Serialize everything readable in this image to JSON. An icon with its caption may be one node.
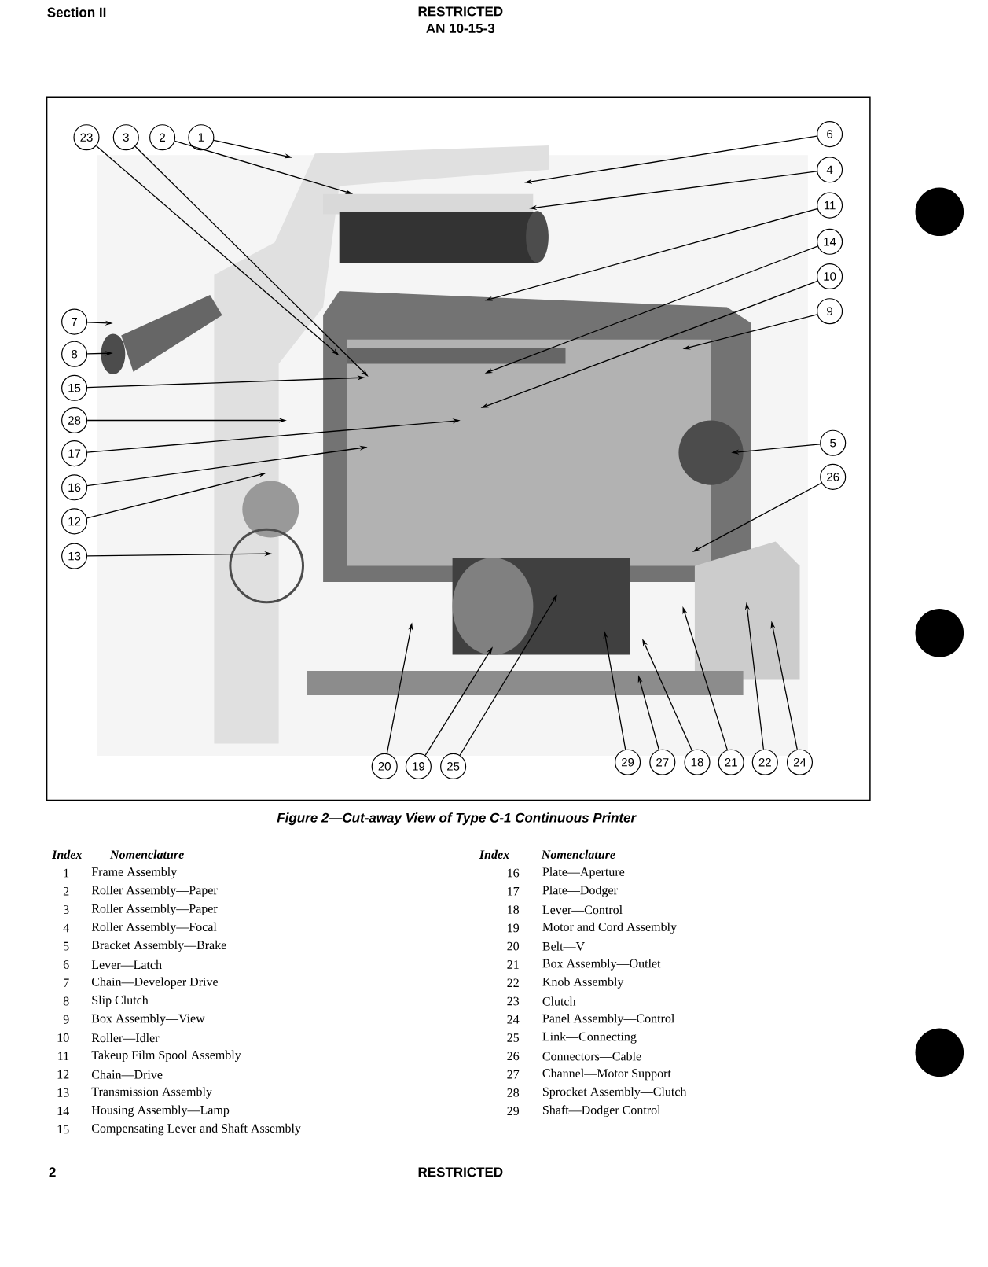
{
  "diagram": {
    "caption": "Figure 2—Cut-away View of Type C-1 Continuous Printer",
    "nodes": [
      {
        "text": [
          "23"
        ]
      },
      {
        "text": [
          "3"
        ]
      },
      {
        "text": [
          "2"
        ]
      },
      {
        "text": [
          "1"
        ]
      },
      {
        "text": [
          "6"
        ]
      },
      {
        "text": [
          "4"
        ]
      },
      {
        "text": [
          "11"
        ]
      },
      {
        "text": [
          "14"
        ]
      },
      {
        "text": [
          "10"
        ]
      },
      {
        "text": [
          "9"
        ]
      },
      {
        "text": [
          "7"
        ]
      },
      {
        "text": [
          "8"
        ]
      },
      {
        "text": [
          "15"
        ]
      },
      {
        "text": [
          "28"
        ]
      },
      {
        "text": [
          "17"
        ]
      },
      {
        "text": [
          "16"
        ]
      },
      {
        "text": [
          "12"
        ]
      },
      {
        "text": [
          "13"
        ]
      },
      {
        "text": [
          "5"
        ]
      },
      {
        "text": [
          "26"
        ]
      },
      {
        "text": [
          "20"
        ]
      },
      {
        "text": [
          "19"
        ]
      },
      {
        "text": [
          "25"
        ]
      },
      {
        "text": [
          "29"
        ]
      },
      {
        "text": [
          "27"
        ]
      },
      {
        "text": [
          "18"
        ]
      },
      {
        "text": [
          "21"
        ]
      },
      {
        "text": [
          "22"
        ]
      },
      {
        "text": [
          "24"
        ]
      },
      {
        "text": [],
        "shape": "picture"
      }
    ],
    "edges": [
      {
        "from": 0,
        "to": 29,
        "arrow": "to"
      },
      {
        "from": 1,
        "to": 29,
        "arrow": "to"
      },
      {
        "from": 2,
        "to": 29,
        "arrow": "to"
      },
      {
        "from": 3,
        "to": 29,
        "arrow": "to"
      },
      {
        "from": 4,
        "to": 29,
        "arrow": "to"
      },
      {
        "from": 5,
        "to": 29,
        "arrow": "to"
      },
      {
        "from": 6,
        "to": 29,
        "arrow": "to"
      },
      {
        "from": 7,
        "to": 29,
        "arrow": "to"
      },
      {
        "from": 8,
        "to": 29,
        "arrow": "to"
      },
      {
        "from": 9,
        "to": 29,
        "arrow": "to"
      },
      {
        "from": 10,
        "to": 29,
        "arrow": "to"
      },
      {
        "from": 11,
        "to": 29,
        "arrow": "to"
      },
      {
        "from": 12,
        "to": 29,
        "arrow": "to"
      },
      {
        "from": 13,
        "to": 29,
        "arrow": "to"
      },
      {
        "from": 14,
        "to": 29,
        "arrow": "to"
      },
      {
        "from": 15,
        "to": 29,
        "arrow": "to"
      },
      {
        "from": 16,
        "to": 29,
        "arrow": "to"
      },
      {
        "from": 17,
        "to": 29,
        "arrow": "to"
      },
      {
        "from": 18,
        "to": 29,
        "arrow": "to"
      },
      {
        "from": 19,
        "to": 29,
        "arrow": "to"
      },
      {
        "from": 20,
        "to": 29,
        "arrow": "to"
      },
      {
        "from": 21,
        "to": 29,
        "arrow": "to"
      },
      {
        "from": 22,
        "to": 29,
        "arrow": "to"
      },
      {
        "from": 23,
        "to": 29,
        "arrow": "to"
      },
      {
        "from": 24,
        "to": 29,
        "arrow": "to"
      },
      {
        "from": 25,
        "to": 29,
        "arrow": "to"
      },
      {
        "from": 26,
        "to": 29,
        "arrow": "to"
      },
      {
        "from": 27,
        "to": 29,
        "arrow": "to"
      },
      {
        "from": 28,
        "to": 29,
        "arrow": "to"
      }
    ],
    "labels": [
      "Section II",
      "RESTRICTED",
      "AN 10-15-3",
      "Index",
      "Nomenclature",
      "1",
      "Frame Assembly",
      "2",
      "Roller Assembly—Paper",
      "3",
      "Roller Assembly—Paper",
      "4",
      "Roller Assembly—Focal",
      "5",
      "Bracket Assembly—Brake",
      "6",
      "Lever—Latch",
      "7",
      "Chain—Developer Drive",
      "8",
      "Slip Clutch",
      "9",
      "Box Assembly—View",
      "10",
      "Roller—Idler",
      "11",
      "Takeup Film Spool Assembly",
      "12",
      "Chain—Drive",
      "13",
      "Transmission Assembly",
      "14",
      "Housing Assembly—Lamp",
      "15",
      "Compensating Lever and Shaft Assembly",
      "Index",
      "Nomenclature",
      "16",
      "Plate—Aperture",
      "17",
      "Plate—Dodger",
      "18",
      "Lever—Control",
      "19",
      "Motor and Cord Assembly",
      "20",
      "Belt—V",
      "21",
      "Box Assembly—Outlet",
      "22",
      "Knob Assembly",
      "23",
      "Clutch",
      "24",
      "Panel Assembly—Control",
      "25",
      "Link—Connecting",
      "26",
      "Connectors—Cable",
      "27",
      "Channel—Motor Support",
      "28",
      "Sprocket Assembly—Clutch",
      "29",
      "Shaft—Dodger Control",
      "2",
      "RESTRICTED"
    ]
  }
}
